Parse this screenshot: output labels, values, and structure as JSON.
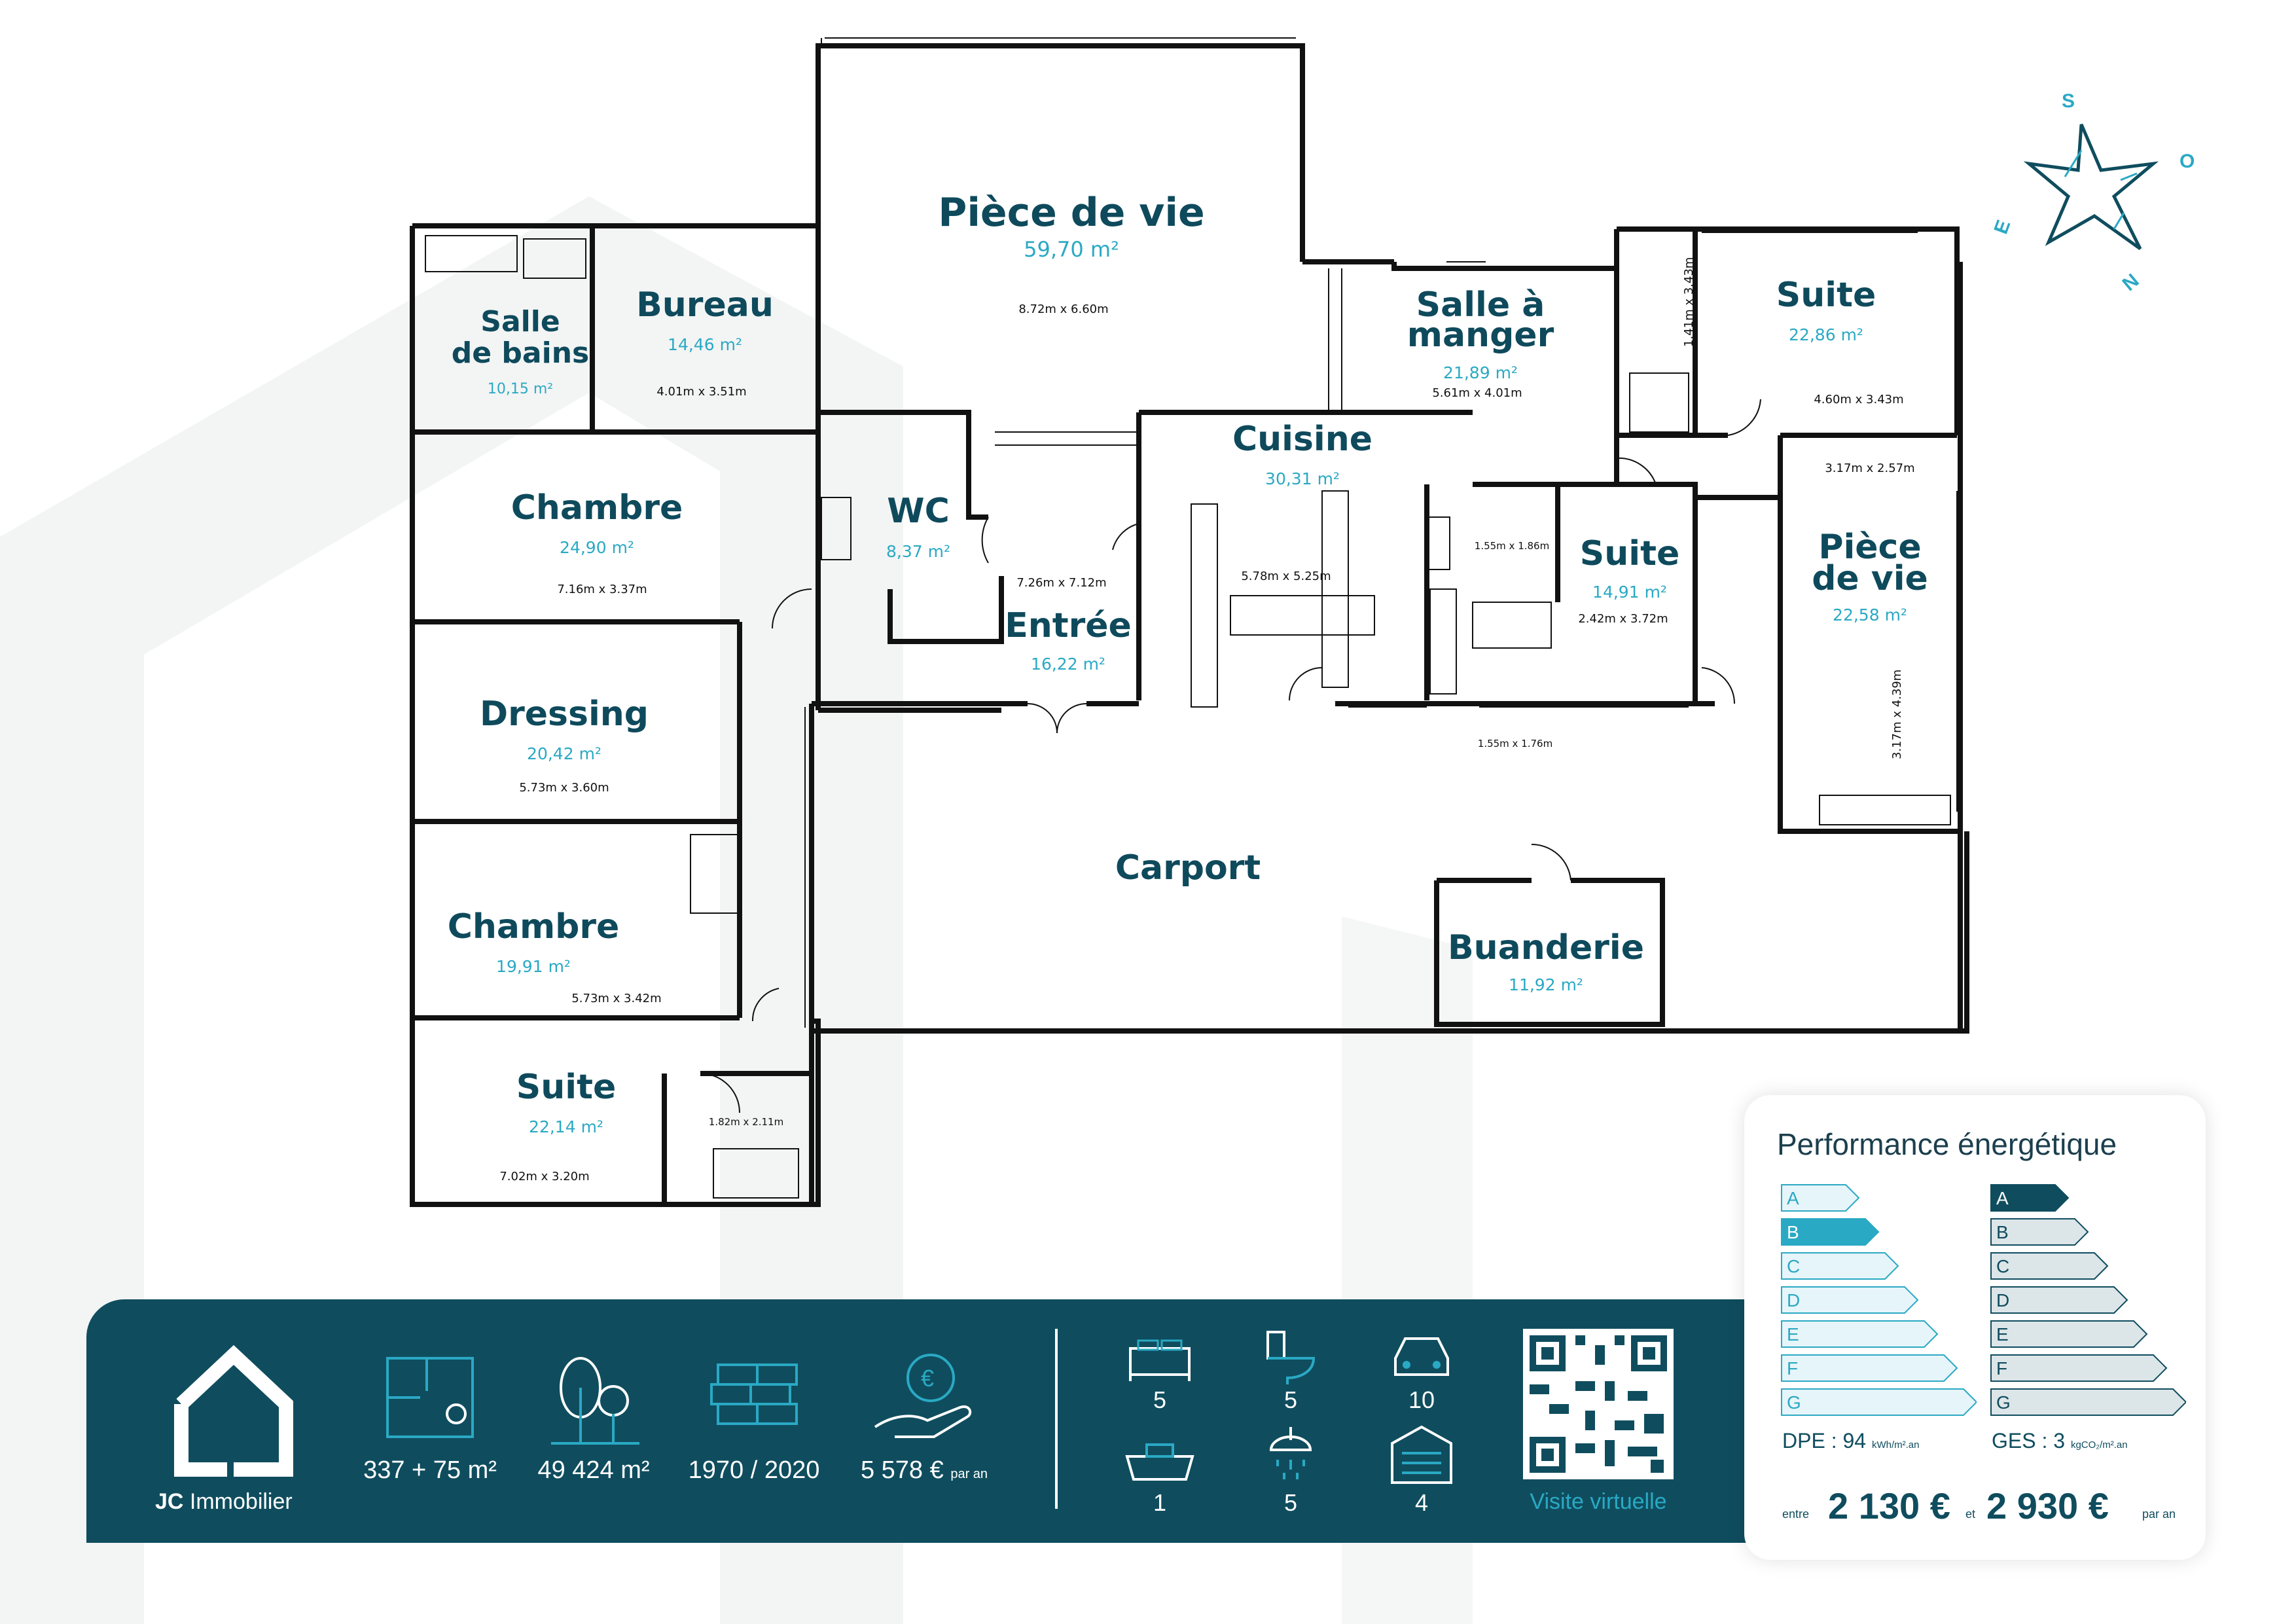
{
  "rooms": {
    "piece_vie_main": {
      "name": "Pièce de vie",
      "area": "59,70 m²",
      "dim": "8.72m x 6.60m"
    },
    "salle_bains": {
      "name1": "Salle",
      "name2": "de bains",
      "area": "10,15 m²"
    },
    "bureau": {
      "name": "Bureau",
      "area": "14,46 m²",
      "dim": "4.01m x 3.51m"
    },
    "salle_manger": {
      "name1": "Salle à",
      "name2": "manger",
      "area": "21,89 m²",
      "dim": "5.61m x 4.01m"
    },
    "suite_top_right": {
      "name": "Suite",
      "area": "22,86 m²",
      "dim": "4.60m x 3.43m",
      "dim_small": "1.41m x 3.43m"
    },
    "chambre_1": {
      "name": "Chambre",
      "area": "24,90 m²",
      "dim": "7.16m x 3.37m"
    },
    "wc": {
      "name": "WC",
      "area": "8,37 m²"
    },
    "cuisine": {
      "name": "Cuisine",
      "area": "30,31 m²",
      "dim": "5.78m x 5.25m"
    },
    "entree": {
      "name": "Entrée",
      "area": "16,22 m²",
      "dim": "7.26m x 7.12m"
    },
    "suite_mid": {
      "name": "Suite",
      "area": "14,91 m²",
      "dim": "2.42m x 3.72m",
      "dim_small": "1.55m x 1.86m",
      "dim_small2": "1.55m x 1.76m"
    },
    "piece_vie_right": {
      "name1": "Pièce",
      "name2": "de vie",
      "area": "22,58 m²",
      "dim": "3.17m x 2.57m",
      "dim_v": "3.17m x 4.39m"
    },
    "dressing": {
      "name": "Dressing",
      "area": "20,42 m²",
      "dim": "5.73m x 3.60m"
    },
    "carport": {
      "name": "Carport"
    },
    "chambre_2": {
      "name": "Chambre",
      "area": "19,91 m²",
      "dim": "5.73m x 3.42m"
    },
    "buanderie": {
      "name": "Buanderie",
      "area": "11,92 m²"
    },
    "suite_bottom": {
      "name": "Suite",
      "area": "22,14 m²",
      "dim": "7.02m x 3.20m",
      "dim_small": "1.82m x 2.11m"
    }
  },
  "compass": {
    "s": "S",
    "o": "O",
    "e": "E",
    "n": "N"
  },
  "brand": {
    "name_bold": "JC",
    "name_rest": " Immobilier"
  },
  "stats": {
    "surface": "337 + 75 m²",
    "land": "49 424 m²",
    "years": "1970 / 2020",
    "tax_value": "5 578 €",
    "tax_unit": "par an"
  },
  "counts": {
    "bedrooms": "5",
    "toilets": "5",
    "cars": "10",
    "baths": "1",
    "showers": "5",
    "garages": "4"
  },
  "virtual_tour": "Visite virtuelle",
  "energy": {
    "title": "Performance énergétique",
    "letters": [
      "A",
      "B",
      "C",
      "D",
      "E",
      "F",
      "G"
    ],
    "dpe_rating": "B",
    "ges_rating": "A",
    "dpe_label": "DPE : 94",
    "dpe_unit": "kWh/m².an",
    "ges_label": "GES : 3",
    "ges_unit": "kgCO₂/m².an",
    "between": "entre",
    "price_low": "2 130 €",
    "and": "et",
    "price_high": "2 930 €",
    "per_year": "par an",
    "colors": {
      "dpe": "#2aa9c4",
      "ges": "#0f4d5e",
      "dpe_light": "#e6f5f9",
      "ges_light": "#dce5e8"
    }
  }
}
